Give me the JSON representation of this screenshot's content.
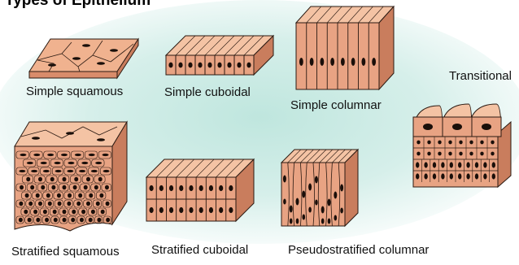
{
  "title": "Types of Epithelium",
  "colors": {
    "cell_fill": "#e8a383",
    "cell_light": "#f4c3a4",
    "cell_outline": "#2b1a12",
    "nucleus": "#1a0f0a",
    "background_glow": "#bfe6de"
  },
  "tissues": [
    {
      "id": "simple-squamous",
      "label": "Simple squamous"
    },
    {
      "id": "simple-cuboidal",
      "label": "Simple cuboidal"
    },
    {
      "id": "simple-columnar",
      "label": "Simple columnar"
    },
    {
      "id": "transitional",
      "label": "Transitional"
    },
    {
      "id": "stratified-squamous",
      "label": "Stratified squamous"
    },
    {
      "id": "stratified-cuboidal",
      "label": "Stratified cuboidal"
    },
    {
      "id": "pseudostratified-columnar",
      "label": "Pseudostratified columnar"
    }
  ]
}
